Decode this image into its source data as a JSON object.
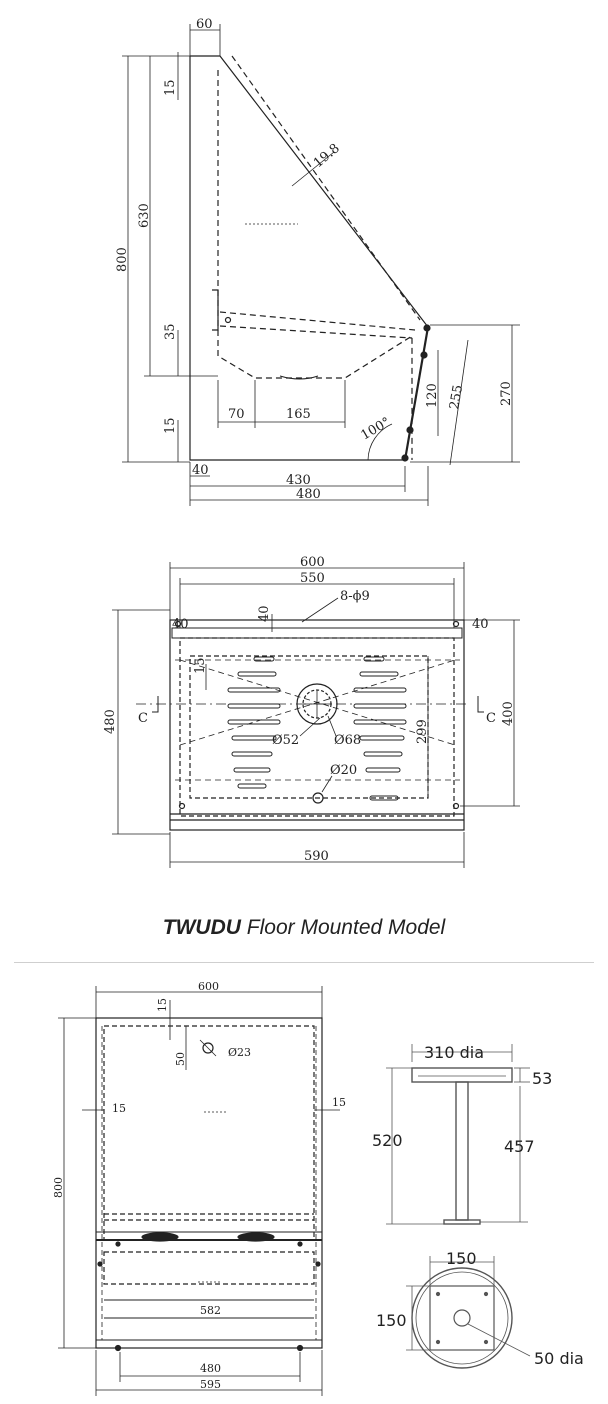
{
  "caption": {
    "brand": "TWUDU",
    "model": "Floor Mounted Model"
  },
  "side_view": {
    "dims": [
      "60",
      "15",
      "19.8",
      "630",
      "800",
      "35",
      "70",
      "165",
      "15",
      "100°",
      "120",
      "255",
      "270",
      "40",
      "430",
      "480"
    ]
  },
  "top_view": {
    "dims": [
      "600",
      "550",
      "8-ϕ9",
      "40",
      "40",
      "40",
      "480",
      "400",
      "15",
      "299",
      "Ø52",
      "Ø68",
      "Ø20",
      "590"
    ],
    "section_marks": [
      "C",
      "C"
    ]
  },
  "front_view": {
    "dims": [
      "600",
      "15",
      "50",
      "Ø23",
      "15",
      "15",
      "800",
      "582",
      "480",
      "595"
    ]
  },
  "pedestal": {
    "dims": [
      "310 dia",
      "53",
      "520",
      "457",
      "150",
      "150",
      "50 dia"
    ]
  }
}
